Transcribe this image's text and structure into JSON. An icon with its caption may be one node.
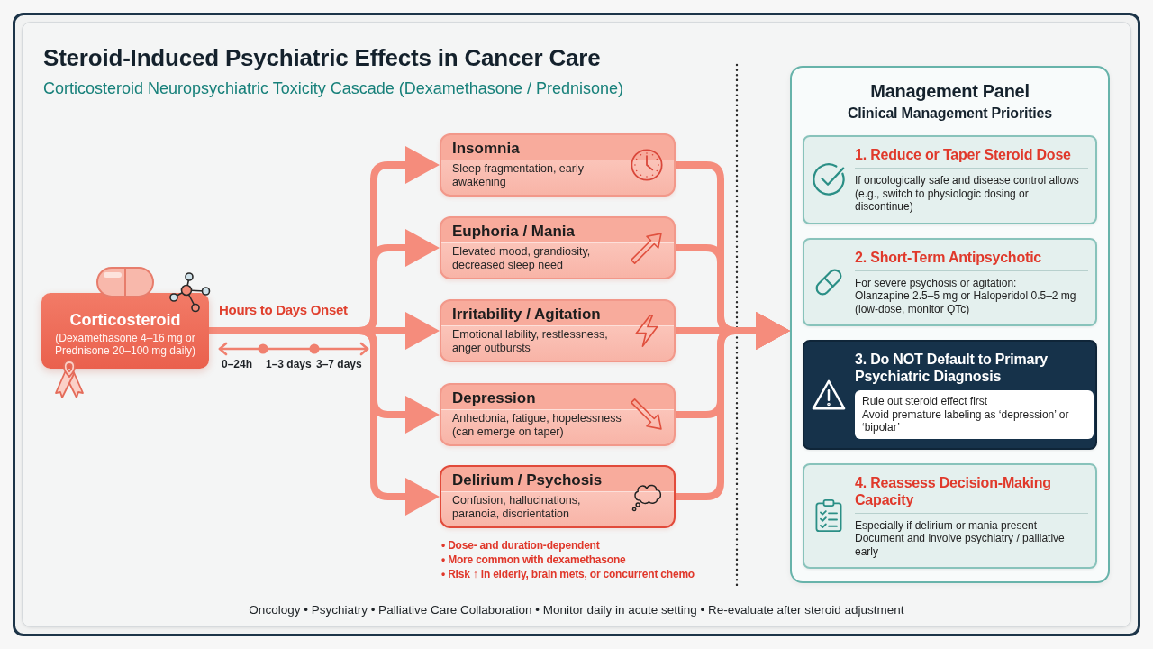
{
  "diagram": {
    "title": "Steroid-Induced Psychiatric Effects in Cancer Care",
    "caption": "Oncology • Psychiatry • Palliative Care Collaboration • Monitor daily in acute setting • Re-evaluate after steroid adjustment",
    "nodes": [
      {
        "text": [
          "Corticosteroid",
          "(Dexamethasone 4–16 mg or Prednisone 20–100 mg daily)"
        ]
      },
      {
        "text": [
          "Insomnia",
          "Sleep fragmentation, early awakening"
        ]
      },
      {
        "text": [
          "Euphoria / Mania",
          "Elevated mood, grandiosity, decreased sleep need"
        ]
      },
      {
        "text": [
          "Irritability / Agitation",
          "Emotional lability, restlessness, anger outbursts"
        ]
      },
      {
        "text": [
          "Depression",
          "Anhedonia, fatigue, hopelessness (can emerge on taper)"
        ]
      },
      {
        "text": [
          "Delirium / Psychosis",
          "Confusion, hallucinations, paranoia, disorientation"
        ]
      },
      {
        "text": [
          "Management Panel",
          "Clinical Management Priorities"
        ]
      },
      {
        "text": [
          "1. Reduce or Taper Steroid Dose",
          "If oncologically safe and disease control allows (e.g., switch to physiologic dosing or discontinue)"
        ],
        "in": 6
      },
      {
        "text": [
          "2. Short-Term Antipsychotic",
          "For severe psychosis or agitation:",
          "Olanzapine 2.5–5 mg or Haloperidol 0.5–2 mg (low-dose, monitor QTc)"
        ],
        "in": 6
      },
      {
        "text": [
          "3. Do NOT Default to Primary Psychiatric Diagnosis",
          "Rule out steroid effect first",
          "Avoid premature labeling as ‘depression’ or ‘bipolar’"
        ],
        "in": 6
      },
      {
        "text": [
          "4. Reassess Decision-Making Capacity",
          "Especially if delirium or mania present",
          "Document and involve psychiatry / palliative early"
        ],
        "in": 6
      }
    ],
    "edges": [
      {
        "from": 0,
        "to": 1,
        "arrow": "to"
      },
      {
        "from": 0,
        "to": 2,
        "arrow": "to"
      },
      {
        "from": 0,
        "to": 3,
        "arrow": "to"
      },
      {
        "from": 0,
        "to": 4,
        "arrow": "to"
      },
      {
        "from": 0,
        "to": 5,
        "arrow": "to"
      },
      {
        "from": 1,
        "to": 6,
        "arrow": "to"
      },
      {
        "from": 2,
        "to": 6,
        "arrow": "to"
      },
      {
        "from": 3,
        "to": 6,
        "arrow": "to"
      },
      {
        "from": 4,
        "to": 6,
        "arrow": "to"
      },
      {
        "from": 5,
        "to": 6,
        "arrow": "to"
      }
    ],
    "labels": [
      "Corticosteroid Neuropsychiatric Toxicity Cascade (Dexamethasone / Prednisone)",
      "Hours to Days Onset",
      "0–24h",
      "1–3 days",
      "3–7 days",
      "• Dose- and duration-dependent",
      "• More common with dexamethasone",
      "• Risk ↑ in elderly, brain mets, or concurrent chemo"
    ]
  }
}
